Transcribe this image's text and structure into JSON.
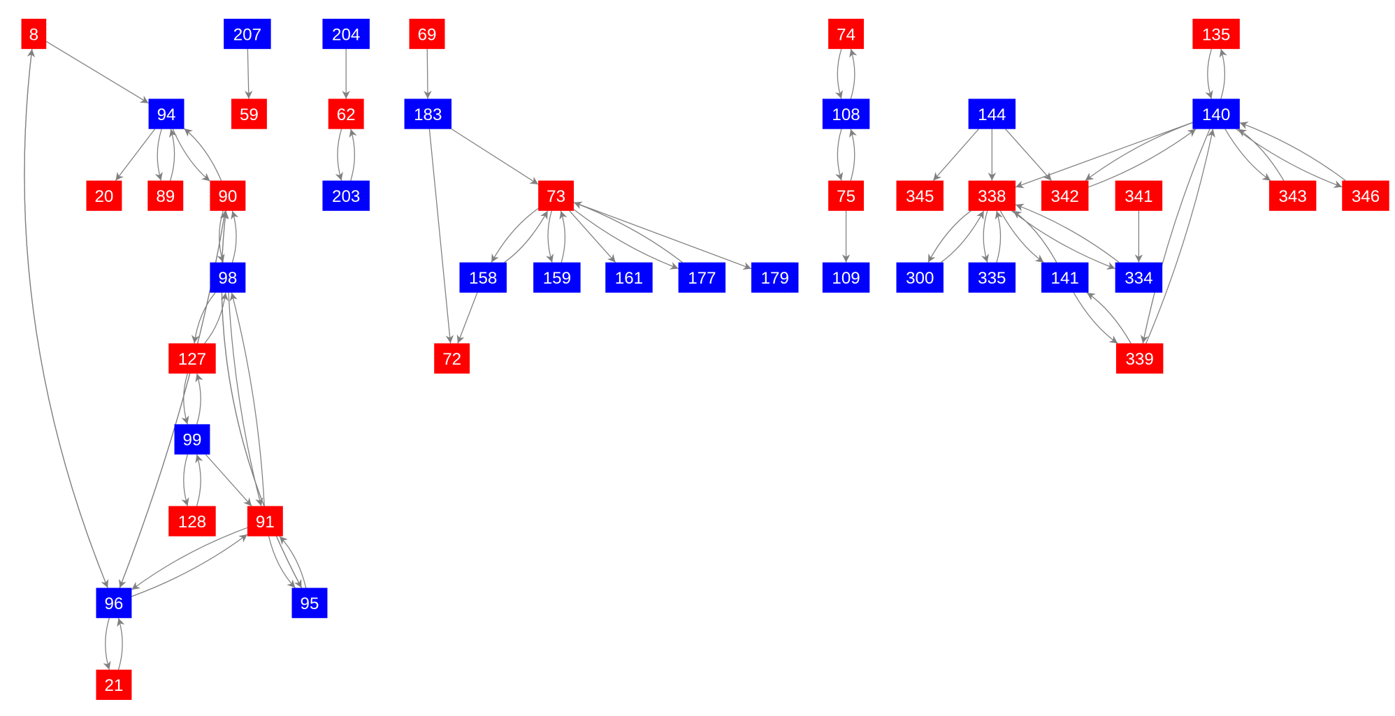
{
  "colors": {
    "red": "#ff0000",
    "blue": "#0000ff",
    "edge": "#808080",
    "label": "#ffffff"
  },
  "nodes": [
    {
      "id": "8",
      "color": "red"
    },
    {
      "id": "207",
      "color": "blue"
    },
    {
      "id": "204",
      "color": "blue"
    },
    {
      "id": "69",
      "color": "red"
    },
    {
      "id": "74",
      "color": "red"
    },
    {
      "id": "135",
      "color": "red"
    },
    {
      "id": "94",
      "color": "blue"
    },
    {
      "id": "59",
      "color": "red"
    },
    {
      "id": "62",
      "color": "red"
    },
    {
      "id": "183",
      "color": "blue"
    },
    {
      "id": "108",
      "color": "blue"
    },
    {
      "id": "144",
      "color": "blue"
    },
    {
      "id": "140",
      "color": "blue"
    },
    {
      "id": "20",
      "color": "red"
    },
    {
      "id": "89",
      "color": "red"
    },
    {
      "id": "90",
      "color": "red"
    },
    {
      "id": "203",
      "color": "blue"
    },
    {
      "id": "73",
      "color": "red"
    },
    {
      "id": "75",
      "color": "red"
    },
    {
      "id": "345",
      "color": "red"
    },
    {
      "id": "338",
      "color": "red"
    },
    {
      "id": "342",
      "color": "red"
    },
    {
      "id": "341",
      "color": "red"
    },
    {
      "id": "343",
      "color": "red"
    },
    {
      "id": "346",
      "color": "red"
    },
    {
      "id": "98",
      "color": "blue"
    },
    {
      "id": "158",
      "color": "blue"
    },
    {
      "id": "159",
      "color": "blue"
    },
    {
      "id": "161",
      "color": "blue"
    },
    {
      "id": "177",
      "color": "blue"
    },
    {
      "id": "179",
      "color": "blue"
    },
    {
      "id": "109",
      "color": "blue"
    },
    {
      "id": "300",
      "color": "blue"
    },
    {
      "id": "335",
      "color": "blue"
    },
    {
      "id": "141",
      "color": "blue"
    },
    {
      "id": "334",
      "color": "blue"
    },
    {
      "id": "127",
      "color": "red"
    },
    {
      "id": "72",
      "color": "red"
    },
    {
      "id": "339",
      "color": "red"
    },
    {
      "id": "99",
      "color": "blue"
    },
    {
      "id": "128",
      "color": "red"
    },
    {
      "id": "91",
      "color": "red"
    },
    {
      "id": "96",
      "color": "blue"
    },
    {
      "id": "95",
      "color": "blue"
    },
    {
      "id": "21",
      "color": "red"
    }
  ],
  "edges": [
    [
      "8",
      "94"
    ],
    [
      "8",
      "96"
    ],
    [
      "96",
      "8"
    ],
    [
      "207",
      "59"
    ],
    [
      "204",
      "62"
    ],
    [
      "62",
      "203"
    ],
    [
      "203",
      "62"
    ],
    [
      "69",
      "183"
    ],
    [
      "94",
      "20"
    ],
    [
      "94",
      "89"
    ],
    [
      "89",
      "94"
    ],
    [
      "94",
      "90"
    ],
    [
      "90",
      "94"
    ],
    [
      "90",
      "98"
    ],
    [
      "98",
      "90"
    ],
    [
      "90",
      "96"
    ],
    [
      "96",
      "90"
    ],
    [
      "90",
      "95"
    ],
    [
      "95",
      "90"
    ],
    [
      "98",
      "127"
    ],
    [
      "127",
      "98"
    ],
    [
      "98",
      "91"
    ],
    [
      "91",
      "98"
    ],
    [
      "127",
      "99"
    ],
    [
      "99",
      "127"
    ],
    [
      "99",
      "128"
    ],
    [
      "128",
      "99"
    ],
    [
      "99",
      "91"
    ],
    [
      "91",
      "96"
    ],
    [
      "96",
      "91"
    ],
    [
      "91",
      "95"
    ],
    [
      "95",
      "91"
    ],
    [
      "96",
      "21"
    ],
    [
      "21",
      "96"
    ],
    [
      "183",
      "73"
    ],
    [
      "183",
      "72"
    ],
    [
      "73",
      "158"
    ],
    [
      "158",
      "73"
    ],
    [
      "73",
      "159"
    ],
    [
      "159",
      "73"
    ],
    [
      "73",
      "161"
    ],
    [
      "73",
      "177"
    ],
    [
      "177",
      "73"
    ],
    [
      "73",
      "179"
    ],
    [
      "158",
      "72"
    ],
    [
      "74",
      "108"
    ],
    [
      "108",
      "74"
    ],
    [
      "108",
      "75"
    ],
    [
      "75",
      "108"
    ],
    [
      "75",
      "109"
    ],
    [
      "135",
      "140"
    ],
    [
      "140",
      "135"
    ],
    [
      "144",
      "345"
    ],
    [
      "144",
      "338"
    ],
    [
      "144",
      "342"
    ],
    [
      "140",
      "338"
    ],
    [
      "140",
      "342"
    ],
    [
      "342",
      "140"
    ],
    [
      "140",
      "343"
    ],
    [
      "343",
      "140"
    ],
    [
      "140",
      "346"
    ],
    [
      "346",
      "140"
    ],
    [
      "140",
      "339"
    ],
    [
      "339",
      "140"
    ],
    [
      "338",
      "300"
    ],
    [
      "300",
      "338"
    ],
    [
      "338",
      "335"
    ],
    [
      "335",
      "338"
    ],
    [
      "338",
      "141"
    ],
    [
      "141",
      "338"
    ],
    [
      "338",
      "334"
    ],
    [
      "334",
      "338"
    ],
    [
      "341",
      "334"
    ],
    [
      "141",
      "339"
    ],
    [
      "339",
      "141"
    ]
  ]
}
